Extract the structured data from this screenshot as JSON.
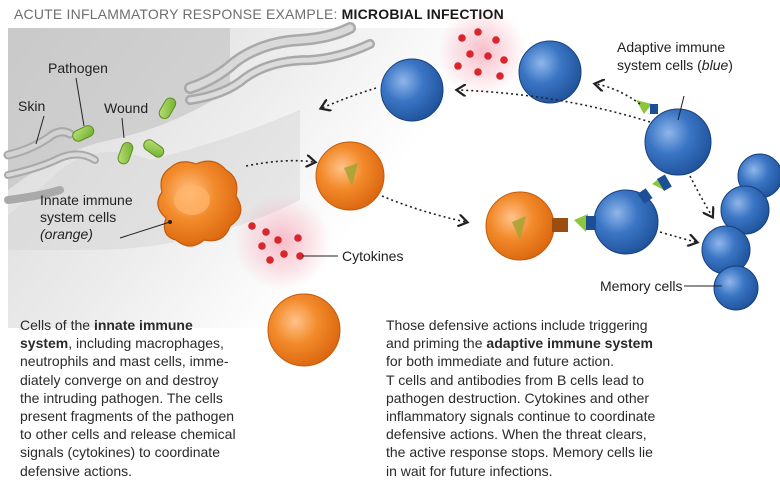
{
  "header": {
    "title_prefix": "ACUTE INFLAMMATORY RESPONSE EXAMPLE: ",
    "title_main": "MICROBIAL INFECTION"
  },
  "labels": {
    "pathogen": "Pathogen",
    "skin": "Skin",
    "wound": "Wound",
    "innate_line1": "Innate immune",
    "innate_line2": "system cells",
    "innate_line3": "(orange)",
    "cytokines": "Cytokines",
    "adaptive_line1": "Adaptive immune",
    "adaptive_line2_prefix": "system cells (",
    "adaptive_line2_italic": "blue",
    "adaptive_line2_suffix": ")",
    "memory": "Memory cells"
  },
  "left_text": {
    "l1_a": "Cells of the ",
    "l1_b": "innate immune",
    "l2_a": "system",
    "l2_b": ", including macrophages,",
    "l3": "neutrophils and mast cells, imme-",
    "l4": "diately converge on and destroy",
    "l5": "the intruding pathogen. The cells",
    "l6": "present fragments of the pathogen",
    "l7": "to other cells and release chemical",
    "l8": "signals (cytokines) to coordinate",
    "l9": "defensive actions."
  },
  "right_text": {
    "l1": "Those defensive actions include triggering",
    "l2_a": "and priming the ",
    "l2_b": "adaptive immune system",
    "l3": "for both immediate and future action.",
    "l4": "T cells and antibodies from B cells lead to",
    "l5": "pathogen destruction. Cytokines and other",
    "l6": "inflammatory signals continue to coordinate",
    "l7": "defensive actions. When the threat clears,",
    "l8": "the active response stops. Memory cells lie",
    "l9": "in wait for future infections."
  },
  "colors": {
    "innate_orange": "#ee7d1e",
    "adaptive_blue": "#2e67b8",
    "pathogen_green": "#8cc63f",
    "cytokine_red": "#d7262e",
    "skin_gray": "#b9b9b9"
  }
}
